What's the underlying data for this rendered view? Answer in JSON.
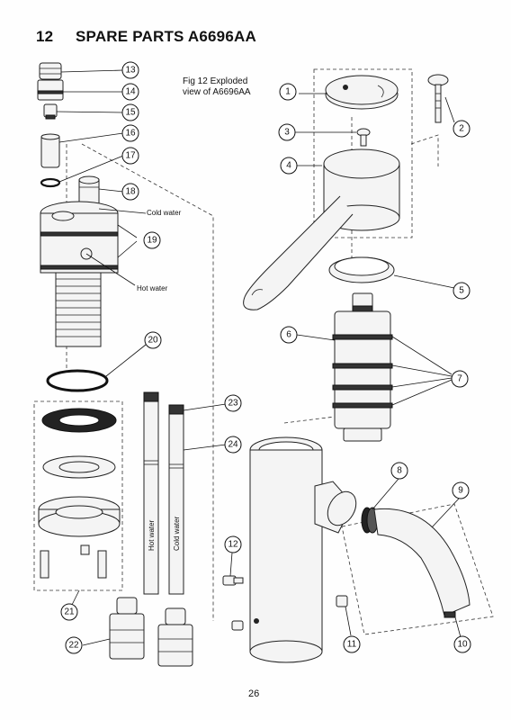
{
  "section_number": "12",
  "section_title": "SPARE PARTS A6696AA",
  "figure_caption_line1": "Fig 12 Exploded",
  "figure_caption_line2": "view of A6696AA",
  "labels": {
    "cold_water": "Cold water",
    "hot_water": "Hot water",
    "pipe_hot": "Hot water",
    "pipe_cold": "Cold water"
  },
  "callouts": [
    "1",
    "2",
    "3",
    "4",
    "5",
    "6",
    "7",
    "8",
    "9",
    "10",
    "11",
    "12",
    "13",
    "14",
    "15",
    "16",
    "17",
    "18",
    "19",
    "20",
    "21",
    "22",
    "23",
    "24"
  ],
  "page_number": "26"
}
